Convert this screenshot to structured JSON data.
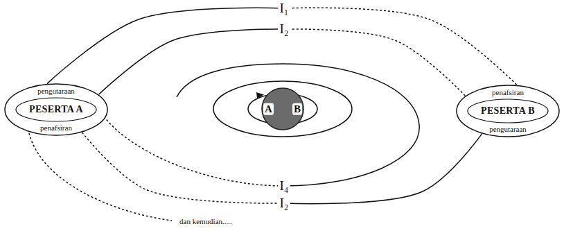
{
  "diagram": {
    "nodes": [
      {
        "text": [
          "pengutaraan",
          "PESERTA A",
          "penafsiran"
        ]
      },
      {
        "text": [
          "A",
          "B"
        ]
      },
      {
        "text": [
          "penafsiran",
          "PESERTA B",
          "pengutaraan"
        ]
      }
    ],
    "edges": [
      {
        "from": 0,
        "to": 2,
        "label": "I₁",
        "arrow": "none"
      },
      {
        "from": 0,
        "to": 2,
        "label": "I₂",
        "arrow": "none"
      },
      {
        "from": 0,
        "to": 2,
        "label": "I₂",
        "arrow": "none"
      }
    ],
    "labels": [
      "I₄",
      "dan kemudian....."
    ]
  }
}
